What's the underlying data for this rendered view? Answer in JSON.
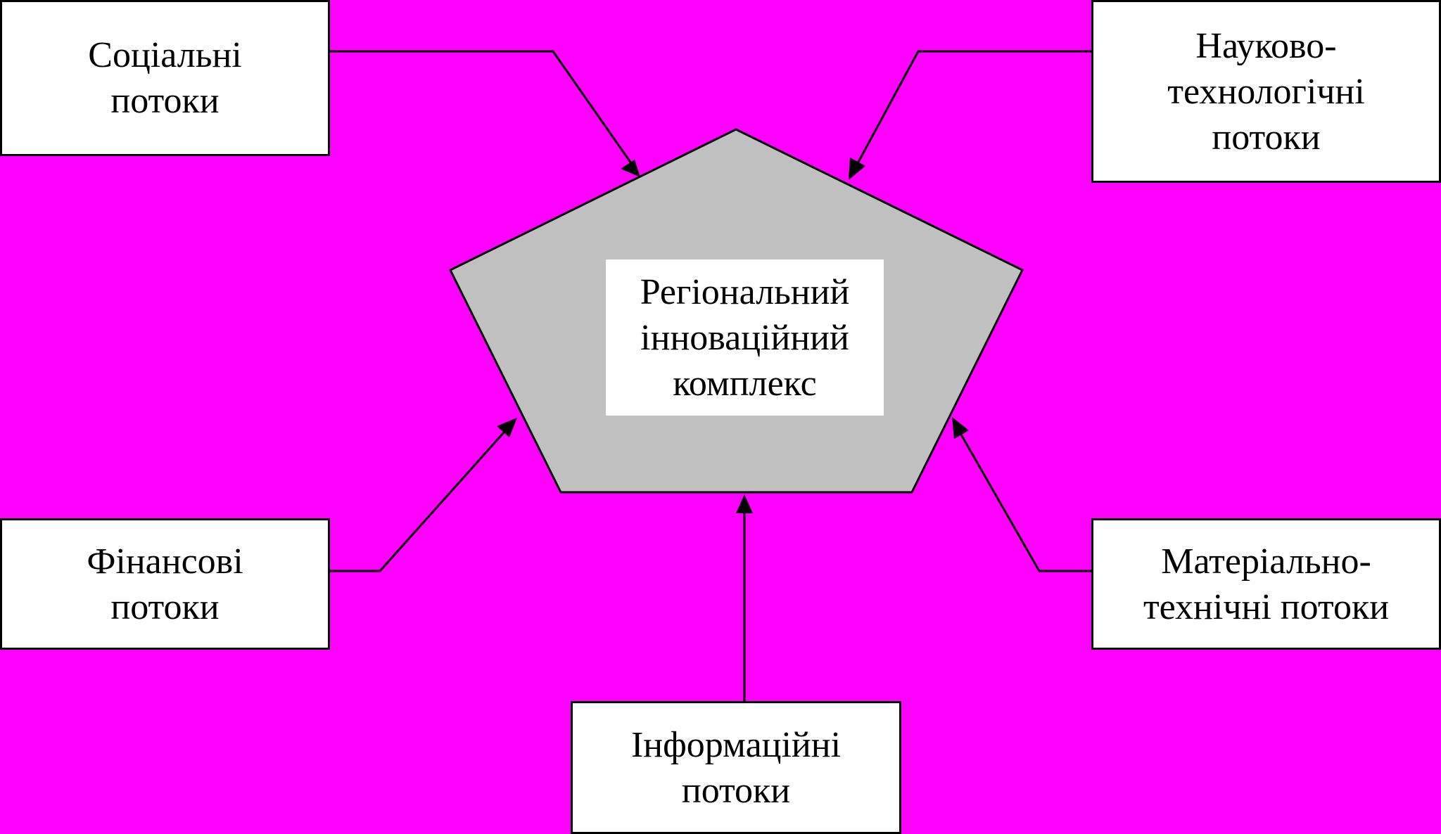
{
  "colors": {
    "background": "#ff00ff",
    "box_fill": "#ffffff",
    "pentagon_fill": "#c0c0c0",
    "stroke": "#000000"
  },
  "center": {
    "lines": [
      "Регіональний",
      "інноваційний",
      "комплекс"
    ]
  },
  "boxes": {
    "social": {
      "lines": [
        "Соціальні",
        "потоки"
      ]
    },
    "science_tech": {
      "lines": [
        "Науково-",
        "технологічні",
        "потоки"
      ]
    },
    "financial": {
      "lines": [
        "Фінансові",
        "потоки"
      ]
    },
    "material_tech": {
      "lines": [
        "Матеріально-",
        "технічні потоки"
      ]
    },
    "information": {
      "lines": [
        "Інформаційні",
        "потоки"
      ]
    }
  }
}
